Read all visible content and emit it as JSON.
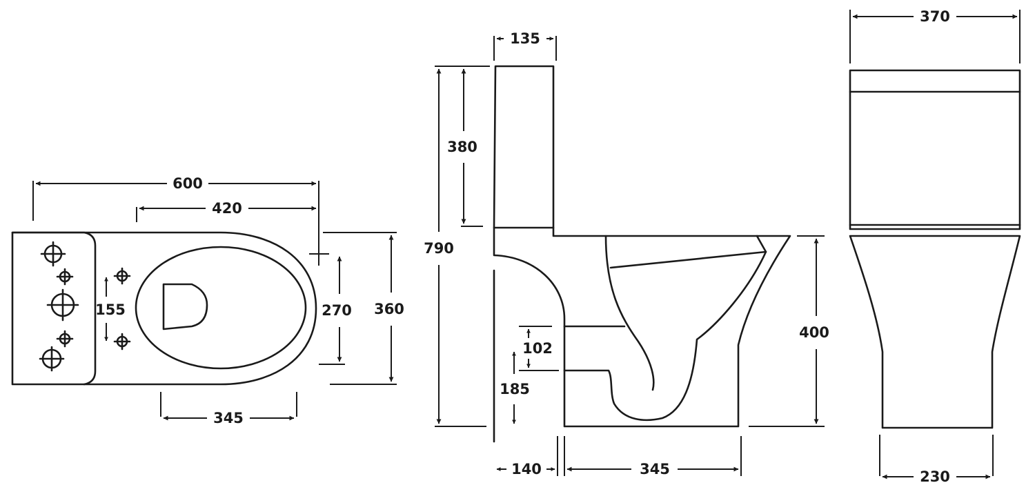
{
  "views": {
    "plan": {
      "dims": {
        "overall_length": "600",
        "seat_to_back": "420",
        "inlet_spacing": "155",
        "bowl_width": "270",
        "overall_width": "360",
        "fixing_length": "345"
      }
    },
    "side": {
      "dims": {
        "cistern_depth": "135",
        "cistern_height": "380",
        "overall_height": "790",
        "outlet_height": "102",
        "outlet_to_floor": "185",
        "pan_height": "400",
        "wall_to_outlet": "140",
        "base_length": "345"
      }
    },
    "front": {
      "dims": {
        "cistern_width": "370",
        "base_width": "230"
      }
    }
  }
}
